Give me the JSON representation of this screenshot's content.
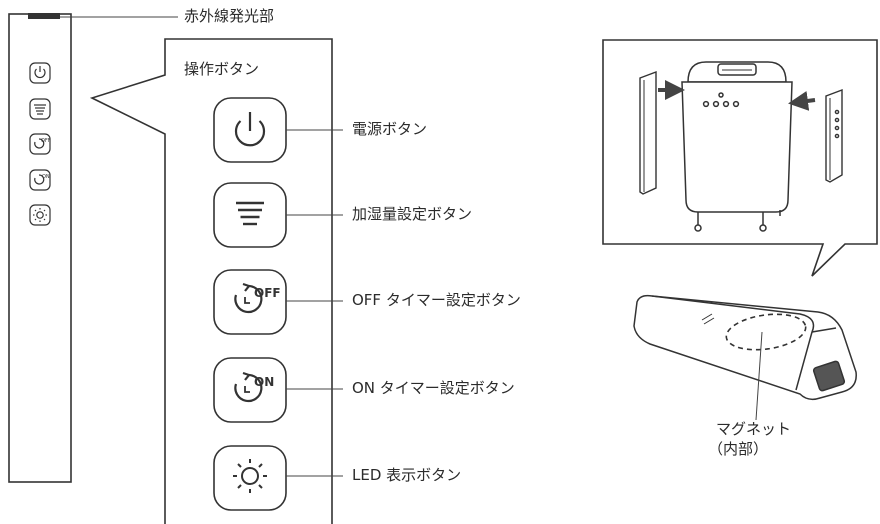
{
  "labels": {
    "ir_emitter": "赤外線発光部",
    "operation_buttons": "操作ボタン",
    "power_button": "電源ボタン",
    "humidify_button": "加湿量設定ボタン",
    "off_timer_button": "OFF タイマー設定ボタン",
    "on_timer_button": "ON タイマー設定ボタン",
    "led_button": "LED 表示ボタン",
    "magnet_line1": "マグネット",
    "magnet_line2": "（内部）"
  },
  "icon_text": {
    "off": "OFF",
    "on": "ON"
  },
  "icons": [
    "power-icon",
    "humidify-level-icon",
    "off-timer-icon",
    "on-timer-icon",
    "led-sun-icon"
  ]
}
